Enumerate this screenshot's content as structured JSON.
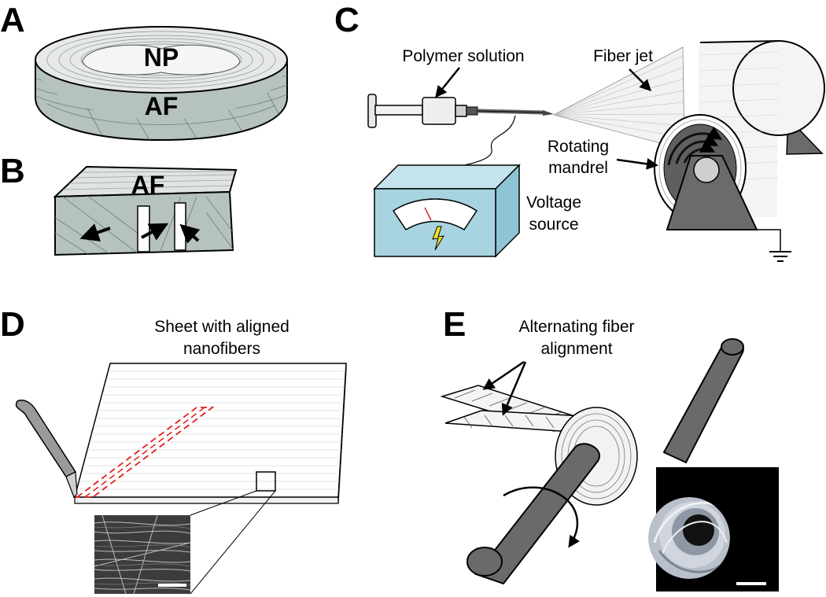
{
  "panels": {
    "a": {
      "letter": "A",
      "np_label": "NP",
      "af_label": "AF"
    },
    "b": {
      "letter": "B",
      "af_label": "AF"
    },
    "c": {
      "letter": "C",
      "polymer_label": "Polymer solution",
      "fiber_jet_label": "Fiber jet",
      "mandrel_label_line1": "Rotating",
      "mandrel_label_line2": "mandrel",
      "voltage_label_line1": "Voltage",
      "voltage_label_line2": "source"
    },
    "d": {
      "letter": "D",
      "sheet_label_line1": "Sheet with aligned",
      "sheet_label_line2": "nanofibers"
    },
    "e": {
      "letter": "E",
      "alignment_label_line1": "Alternating fiber",
      "alignment_label_line2": "alignment"
    }
  },
  "colors": {
    "tissue": "#b6c3bd",
    "tissue_top": "#e6e9e7",
    "np_fill": "#f4f6f5",
    "steel": "#6b6b6b",
    "voltage_box": "#a7d4e0",
    "dashed_cut": "#e0201b",
    "bolt": "#f2e12a"
  },
  "icons": [
    "scalpel-icon",
    "syringe-icon",
    "ground-icon",
    "lightning-icon",
    "rotation-arrow-icon"
  ]
}
